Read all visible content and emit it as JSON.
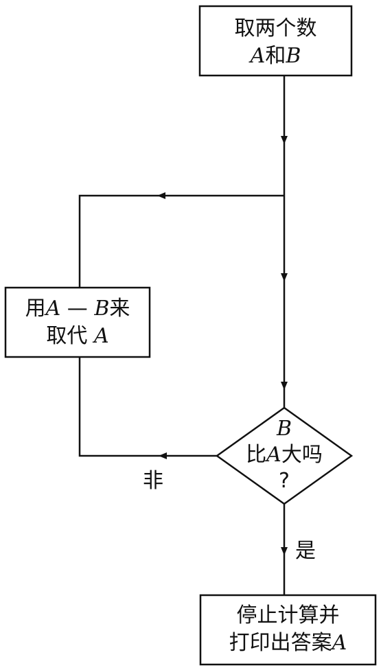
{
  "start": {
    "line1": "取两个数",
    "var_a": "A",
    "conj": "和",
    "var_b": "B"
  },
  "replace": {
    "prefix": "用",
    "var_a": "A",
    "op": " — ",
    "var_b": "B",
    "suffix": "来",
    "line2": "取代 ",
    "var_a2": "A"
  },
  "decision": {
    "var_b": "B",
    "prefix": "比",
    "var_a": "A",
    "suffix": "大吗",
    "mark": "?"
  },
  "labels": {
    "no": "非",
    "yes": "是"
  },
  "end": {
    "line1": "停止计算并",
    "line2": "打印出答案",
    "var_a": "A"
  }
}
